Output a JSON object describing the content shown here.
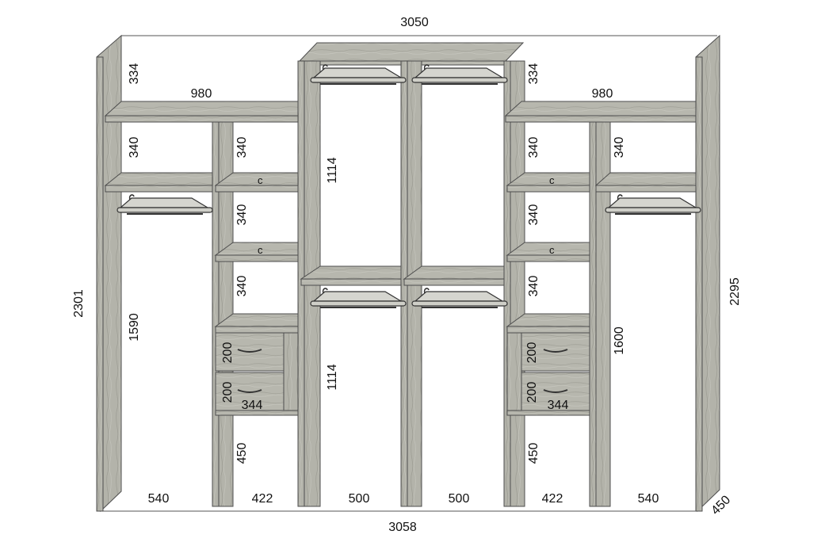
{
  "dimensions": {
    "top_width": "3050",
    "bottom_width": "3058",
    "left_height": "2301",
    "right_height": "2295",
    "depth": "450",
    "left_top_gap": "334",
    "right_top_gap": "334",
    "left_shelf_width": "980",
    "right_shelf_width": "980",
    "left_col_340_a": "340",
    "left_col_hang": "1590",
    "left_inner_340_a": "340",
    "left_inner_340_b": "340",
    "left_inner_340_c": "340",
    "left_drawer_top": "200",
    "left_drawer_bottom": "200",
    "left_drawer_width": "344",
    "left_inner_bottom": "450",
    "center_top_hang": "1114",
    "center_bottom_hang": "1114",
    "right_inner_340_a": "340",
    "right_inner_340_b": "340",
    "right_inner_340_c": "340",
    "right_col_340_a": "340",
    "right_col_hang": "1600",
    "right_drawer_top": "200",
    "right_drawer_bottom": "200",
    "right_drawer_width": "344",
    "right_inner_bottom": "450",
    "bottom_widths": [
      "540",
      "422",
      "500",
      "500",
      "422",
      "540"
    ],
    "shelf_marks": [
      "c",
      "c",
      "c",
      "c"
    ]
  },
  "colors": {
    "wood": "#b9b9b0",
    "wood_dark": "#9a9a92",
    "line": "#4d4d4d",
    "text": "#111111"
  },
  "icons": [
    "hanger-icon",
    "drawer-handle-icon"
  ]
}
